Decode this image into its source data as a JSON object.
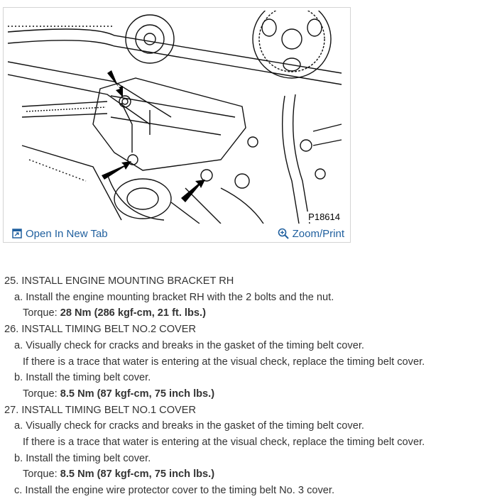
{
  "figure": {
    "label": "P18614",
    "open_label": "Open In New Tab",
    "zoom_label": "Zoom/Print"
  },
  "steps": [
    {
      "title": "25. INSTALL ENGINE MOUNTING BRACKET RH",
      "items": [
        {
          "text": "a. Install the engine mounting bracket RH with the 2 bolts and the nut.",
          "torque_label": "Torque: ",
          "torque_value": "28 Nm (286 kgf-cm, 21 ft. lbs.)"
        }
      ]
    },
    {
      "title": "26. INSTALL TIMING BELT NO.2 COVER",
      "items": [
        {
          "text": "a. Visually check for cracks and breaks in the gasket of the timing belt cover.",
          "note": "If there is a trace that water is entering at the visual check, replace the timing belt cover."
        },
        {
          "text": "b. Install the timing belt cover.",
          "torque_label": "Torque: ",
          "torque_value": "8.5 Nm (87 kgf-cm, 75 inch lbs.)"
        }
      ]
    },
    {
      "title": "27. INSTALL TIMING BELT NO.1 COVER",
      "items": [
        {
          "text": "a. Visually check for cracks and breaks in the gasket of the timing belt cover.",
          "note": "If there is a trace that water is entering at the visual check, replace the timing belt cover."
        },
        {
          "text": "b. Install the timing belt cover.",
          "torque_label": "Torque: ",
          "torque_value": "8.5 Nm (87 kgf-cm, 75 inch lbs.)"
        },
        {
          "text": "c. Install the engine wire protector cover to the timing belt No. 3 cover."
        }
      ]
    }
  ]
}
